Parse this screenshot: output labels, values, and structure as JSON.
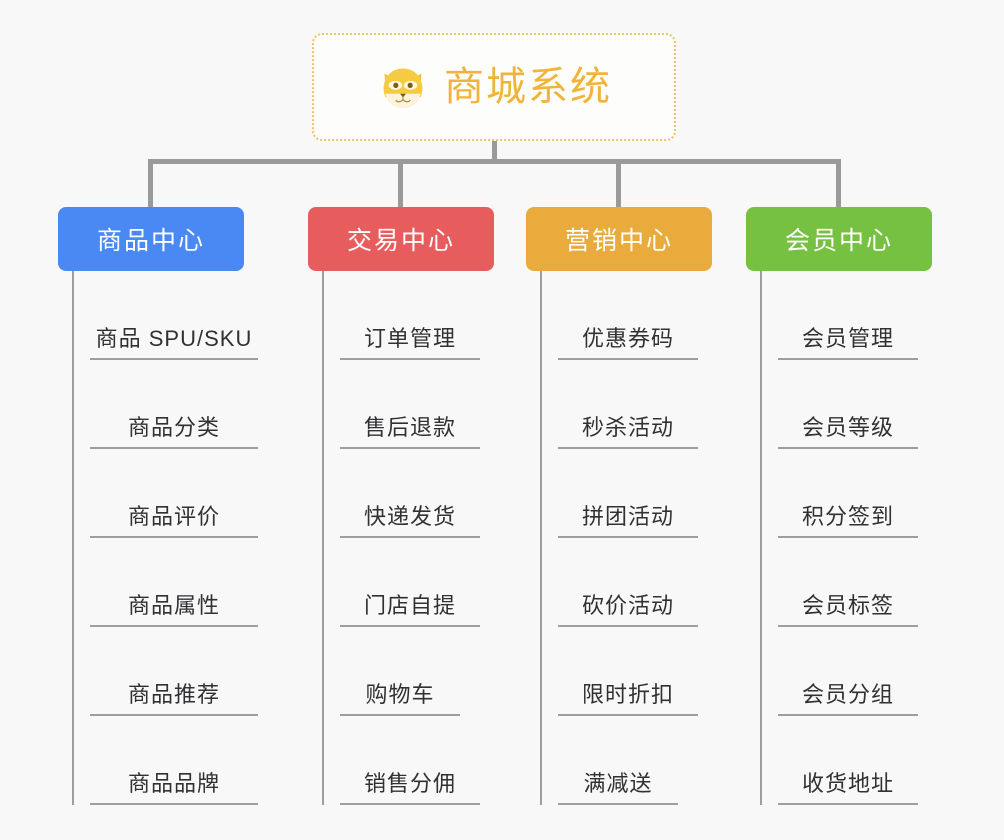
{
  "diagram": {
    "type": "mind-map",
    "root": {
      "title": "商城系统",
      "icon": "shiba-dog-face-icon",
      "border_color": "#eec269",
      "text_color": "#f0b43c",
      "background": "#fdfdfb"
    },
    "connector_color": "#9a9a9a",
    "leaf_line_color": "#9e9e9e",
    "leaf_text_color": "#303133",
    "canvas_background": "#f8f8f8",
    "branches": [
      {
        "label": "商品中心",
        "color": "#4a89f3",
        "items": [
          "商品 SPU/SKU",
          "商品分类",
          "商品评价",
          "商品属性",
          "商品推荐",
          "商品品牌"
        ]
      },
      {
        "label": "交易中心",
        "color": "#e75c5c",
        "items": [
          "订单管理",
          "售后退款",
          "快递发货",
          "门店自提",
          "购物车",
          "销售分佣"
        ]
      },
      {
        "label": "营销中心",
        "color": "#e8ab3c",
        "items": [
          "优惠券码",
          "秒杀活动",
          "拼团活动",
          "砍价活动",
          "限时折扣",
          "满减送"
        ]
      },
      {
        "label": "会员中心",
        "color": "#76c042",
        "items": [
          "会员管理",
          "会员等级",
          "积分签到",
          "会员标签",
          "会员分组",
          "收货地址"
        ]
      }
    ]
  }
}
